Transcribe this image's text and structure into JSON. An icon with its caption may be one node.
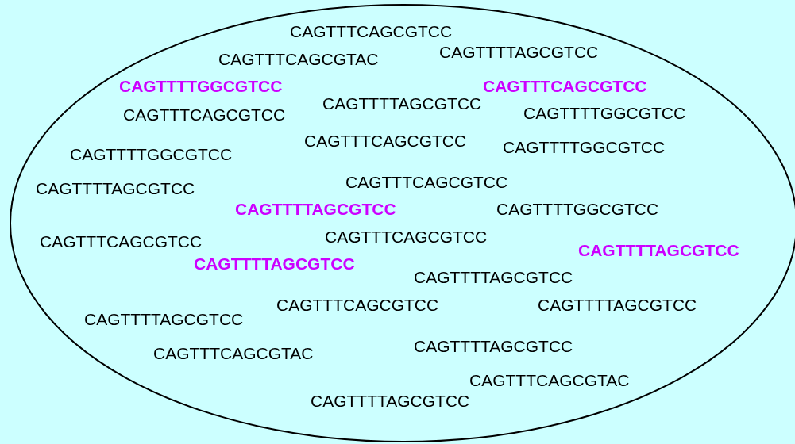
{
  "diagram": {
    "nodes": [
      {
        "text": [
          "CAGTTTCAGCGTCC",
          "CAGTTTCAGCGTAC",
          "CAGTTTTAGCGTCC",
          "CAGTTTTGGCGTCC",
          "CAGTTTCAGCGTCC",
          "CAGTTTTAGCGTCC",
          "CAGTTTCAGCGTCC",
          "CAGTTTTGGCGTCC",
          "CAGTTTCAGCGTCC",
          "CAGTTTTGGCGTCC",
          "CAGTTTTGGCGTCC",
          "CAGTTTCAGCGTCC",
          "CAGTTTTAGCGTCC",
          "CAGTTTTAGCGTCC",
          "CAGTTTTGGCGTCC",
          "CAGTTTCAGCGTCC",
          "CAGTTTCAGCGTCC",
          "CAGTTTTAGCGTCC",
          "CAGTTTTAGCGTCC",
          "CAGTTTTAGCGTCC",
          "CAGTTTCAGCGTCC",
          "CAGTTTTAGCGTCC",
          "CAGTTTTAGCGTCC",
          "CAGTTTCAGCGTAC",
          "CAGTTTTAGCGTCC",
          "CAGTTTCAGCGTAC",
          "CAGTTTTAGCGTCC"
        ]
      }
    ]
  }
}
